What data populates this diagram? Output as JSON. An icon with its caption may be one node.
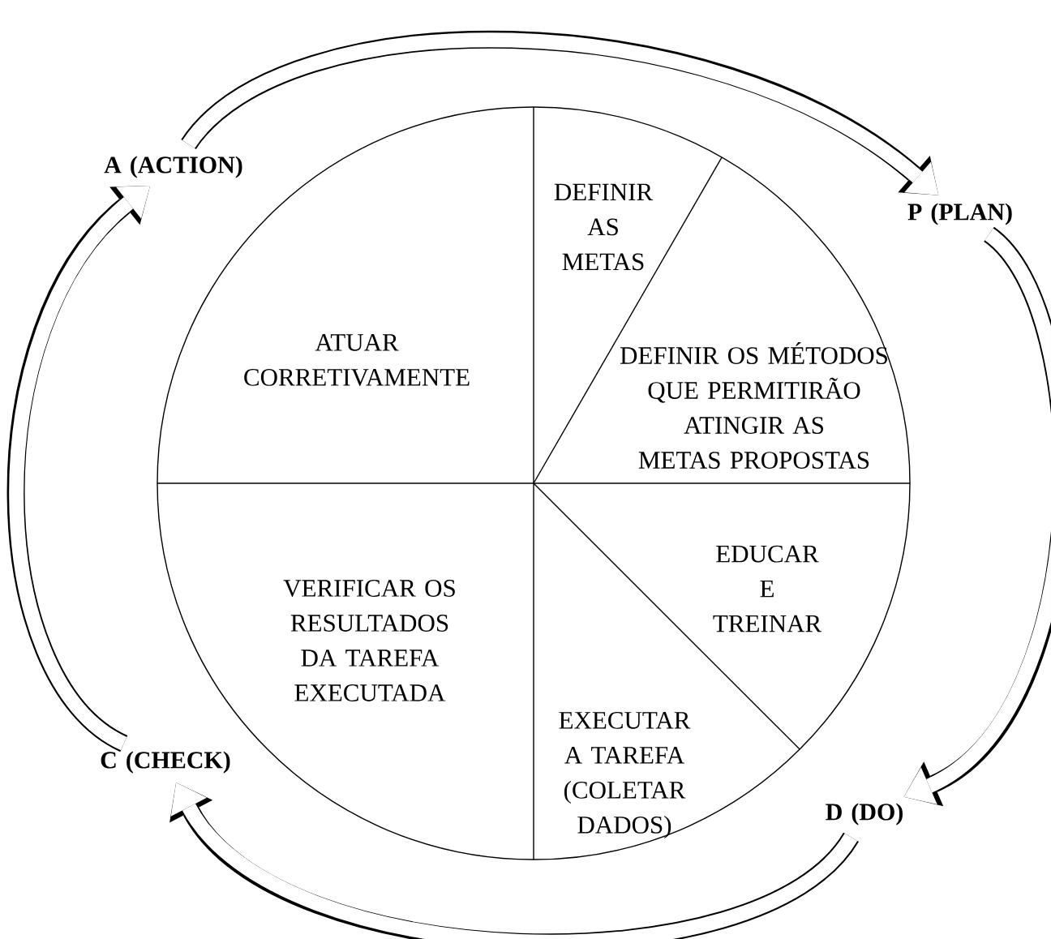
{
  "diagram": {
    "nodes": [
      {
        "text": [
          "A (ACTION)"
        ]
      },
      {
        "text": [
          "P (PLAN)"
        ]
      },
      {
        "text": [
          "DEFINIR AS METAS"
        ]
      },
      {
        "text": [
          "ATUAR CORRETIVAMENTE"
        ]
      },
      {
        "text": [
          "DEFINIR OS MÉTODOS QUE PERMITIRÃO ATINGIR AS METAS PROPOSTAS"
        ]
      },
      {
        "text": [
          "EDUCAR E TREINAR"
        ]
      },
      {
        "text": [
          "VERIFICAR OS RESULTADOS DA TAREFA EXECUTADA"
        ]
      },
      {
        "text": [
          "C (CHECK)"
        ]
      },
      {
        "text": [
          "EXECUTAR A TAREFA (COLETAR DADOS)"
        ]
      },
      {
        "text": [
          "D (DO)"
        ]
      }
    ],
    "edges": [
      {
        "from": 0,
        "to": 1,
        "arrow": "to"
      },
      {
        "from": 1,
        "to": 9,
        "arrow": "to"
      },
      {
        "from": 9,
        "to": 7,
        "arrow": "to"
      },
      {
        "from": 7,
        "to": 0,
        "arrow": "to"
      }
    ]
  }
}
